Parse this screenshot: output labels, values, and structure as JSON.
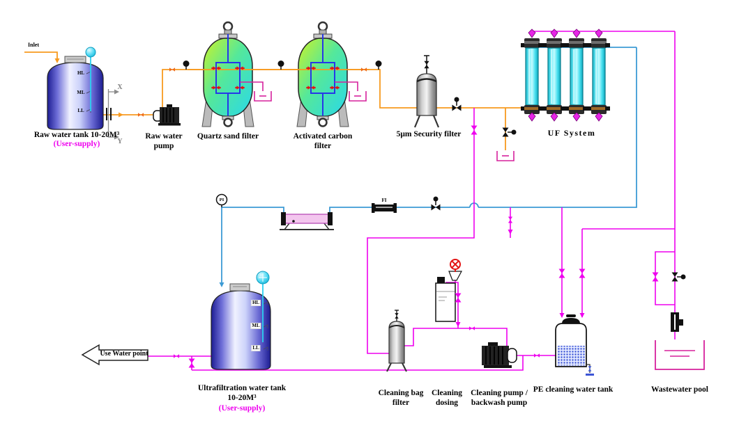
{
  "diagram_type": "water-treatment-process-flow",
  "colors": {
    "raw_water_line": "#F79A1F",
    "permeate_line": "#3D9BD5",
    "cleaning_line": "#EE00EE",
    "membrane_fill": "#2FD5E8",
    "drain_symbol": "#D6219C",
    "alarm_red": "#E31515"
  },
  "labels": {
    "inlet": "Inlet",
    "raw_tank": "Raw water tank 10-20M³",
    "raw_tank_supply": "(User-supply)",
    "raw_pump_1": "Raw water",
    "raw_pump_2": "pump",
    "quartz_filter": "Quartz sand filter",
    "carbon_1": "Activated carbon",
    "carbon_2": "filter",
    "security_filter": "5μm Security filter",
    "uf_system": "UF System",
    "uf_tank_1": "Ultrafiltration water tank",
    "uf_tank_2": "10-20M³",
    "uf_tank_supply": "(User-supply)",
    "use_water_point": "Use Water point",
    "bag_1": "Cleaning bag",
    "bag_2": "filter",
    "dosing_1": "Cleaning",
    "dosing_2": "dosing",
    "clean_pump_1": "Cleaning pump /",
    "clean_pump_2": "backwash pump",
    "pe_tank": "PE cleaning water tank",
    "pool": "Wastewater pool",
    "pi": "PI",
    "fi": "FI",
    "hl": "HL",
    "ml": "ML",
    "ll": "LL",
    "x": "X",
    "y": "Y"
  }
}
